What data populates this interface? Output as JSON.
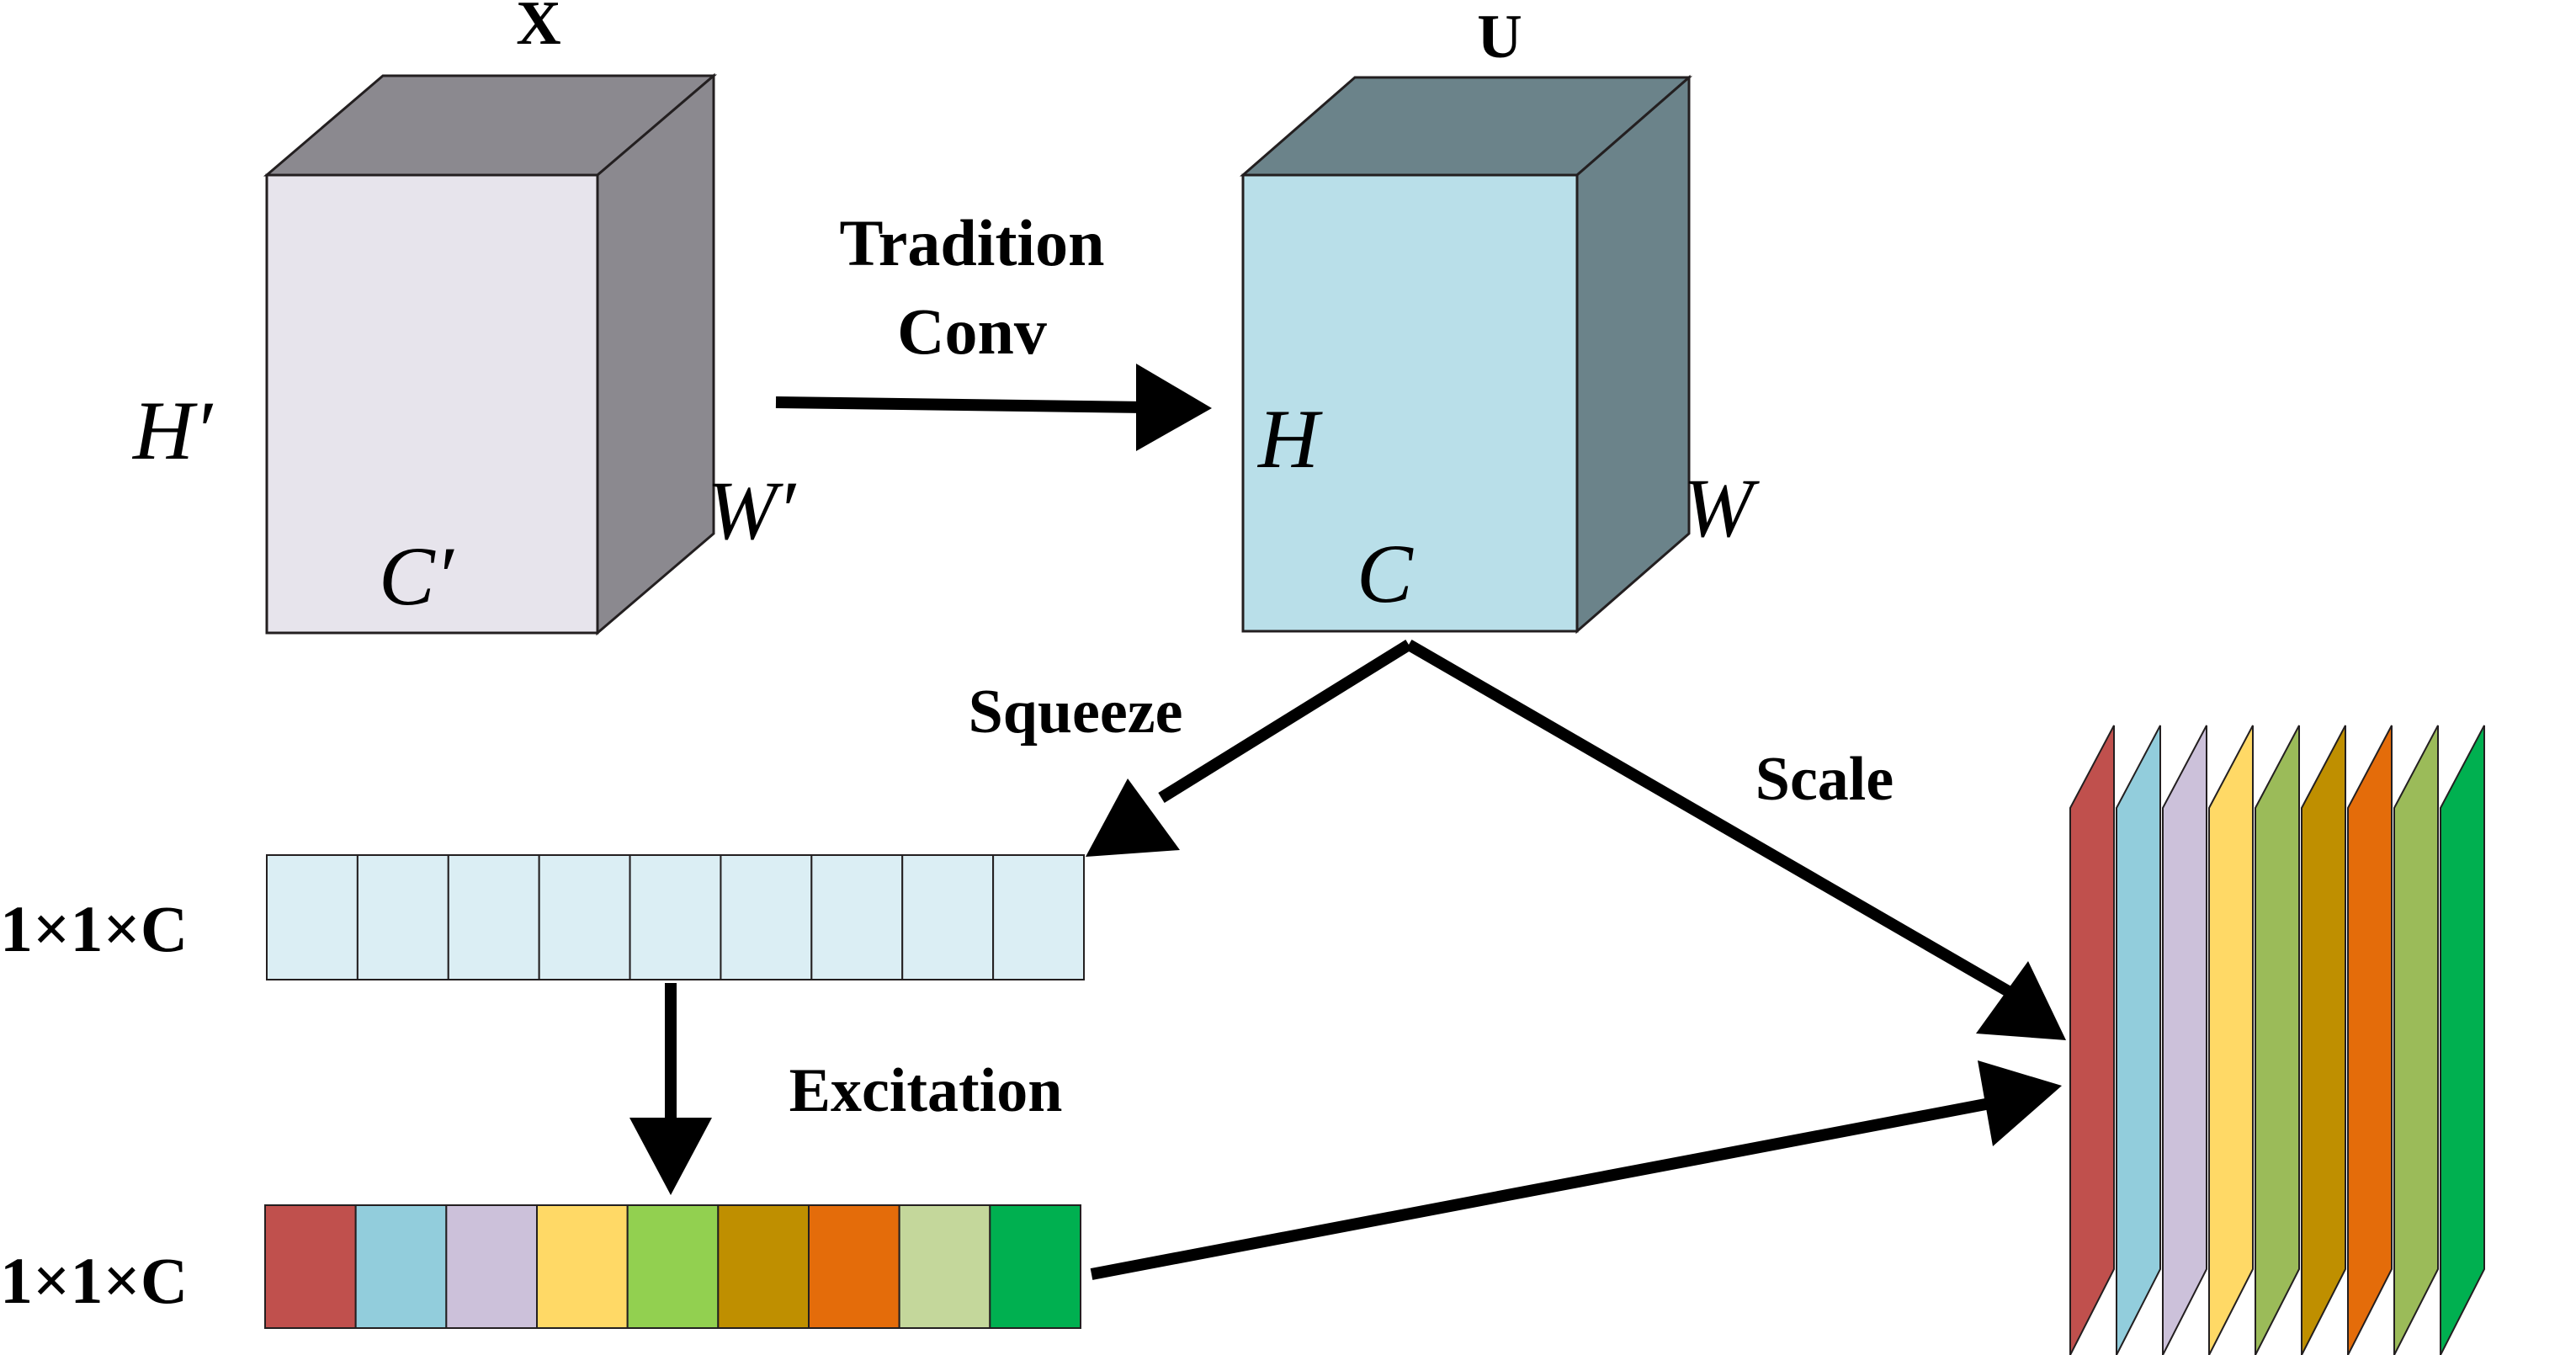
{
  "tensor_x": {
    "title": "X",
    "height_label": "H′",
    "width_label": "W′",
    "channel_label": "C′",
    "colors": {
      "front": "#e7e4ec",
      "top": "#8b898f",
      "side": "#8b898f"
    }
  },
  "tensor_u": {
    "title": "U",
    "height_label": "H",
    "width_label": "W",
    "channel_label": "C",
    "colors": {
      "front": "#b9dfe9",
      "top": "#6b838a",
      "side": "#6b838a"
    }
  },
  "arrows": {
    "conv_label_line1": "Tradition",
    "conv_label_line2": "Conv",
    "squeeze_label": "Squeeze",
    "excitation_label": "Excitation",
    "scale_label": "Scale"
  },
  "squeeze_vector": {
    "label": "1×1×C",
    "cell_count": 9,
    "fill": "#dbeef4"
  },
  "excitation_vector": {
    "label": "1×1×C",
    "cell_colors": [
      "#c0504d",
      "#92cddc",
      "#ccc1da",
      "#ffd966",
      "#92d050",
      "#bf8f00",
      "#e46c0a",
      "#c4d79b",
      "#00b050"
    ]
  },
  "output_stack": {
    "slice_colors": [
      "#c0504d",
      "#92cddc",
      "#ccc1da",
      "#ffd966",
      "#9bbb59",
      "#bf8f00",
      "#e46c0a",
      "#9bbb59",
      "#00b050"
    ]
  }
}
